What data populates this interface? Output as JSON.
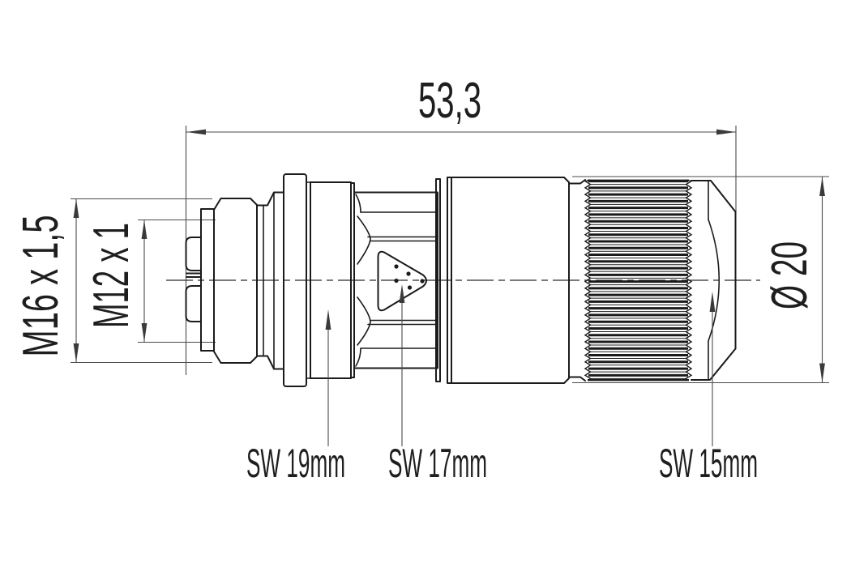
{
  "drawing": {
    "kind": "connector-dimension-drawing",
    "labels": {
      "total_length": "53,3",
      "thread_outer": "M16 x 1,5",
      "thread_inner": "M12 x 1",
      "diameter": "Ø 20",
      "wrench_flange": "SW 19mm",
      "wrench_mid": "SW 17mm",
      "wrench_cap": "SW 15mm"
    },
    "colors": {
      "outline": "#1b1b1d",
      "dimension_line": "#4a4a4e",
      "text": "#1e1e20",
      "background": "#ffffff"
    }
  }
}
